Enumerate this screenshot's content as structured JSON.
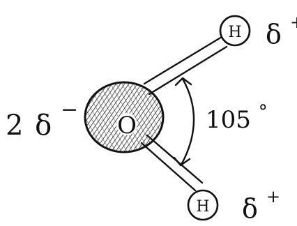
{
  "molecule": {
    "central_atom": "O",
    "hydrogen_top": "H",
    "hydrogen_bottom": "H"
  },
  "charges": {
    "oxygen_count": "2",
    "oxygen_symbol": "δ",
    "oxygen_sign": "−",
    "hydrogen_top_symbol": "δ",
    "hydrogen_top_sign": "+",
    "hydrogen_bottom_symbol": "δ",
    "hydrogen_bottom_sign": "+"
  },
  "bond_angle": {
    "value": "105",
    "unit": "°"
  },
  "colors": {
    "ink": "#111111",
    "paper": "#ffffff"
  }
}
